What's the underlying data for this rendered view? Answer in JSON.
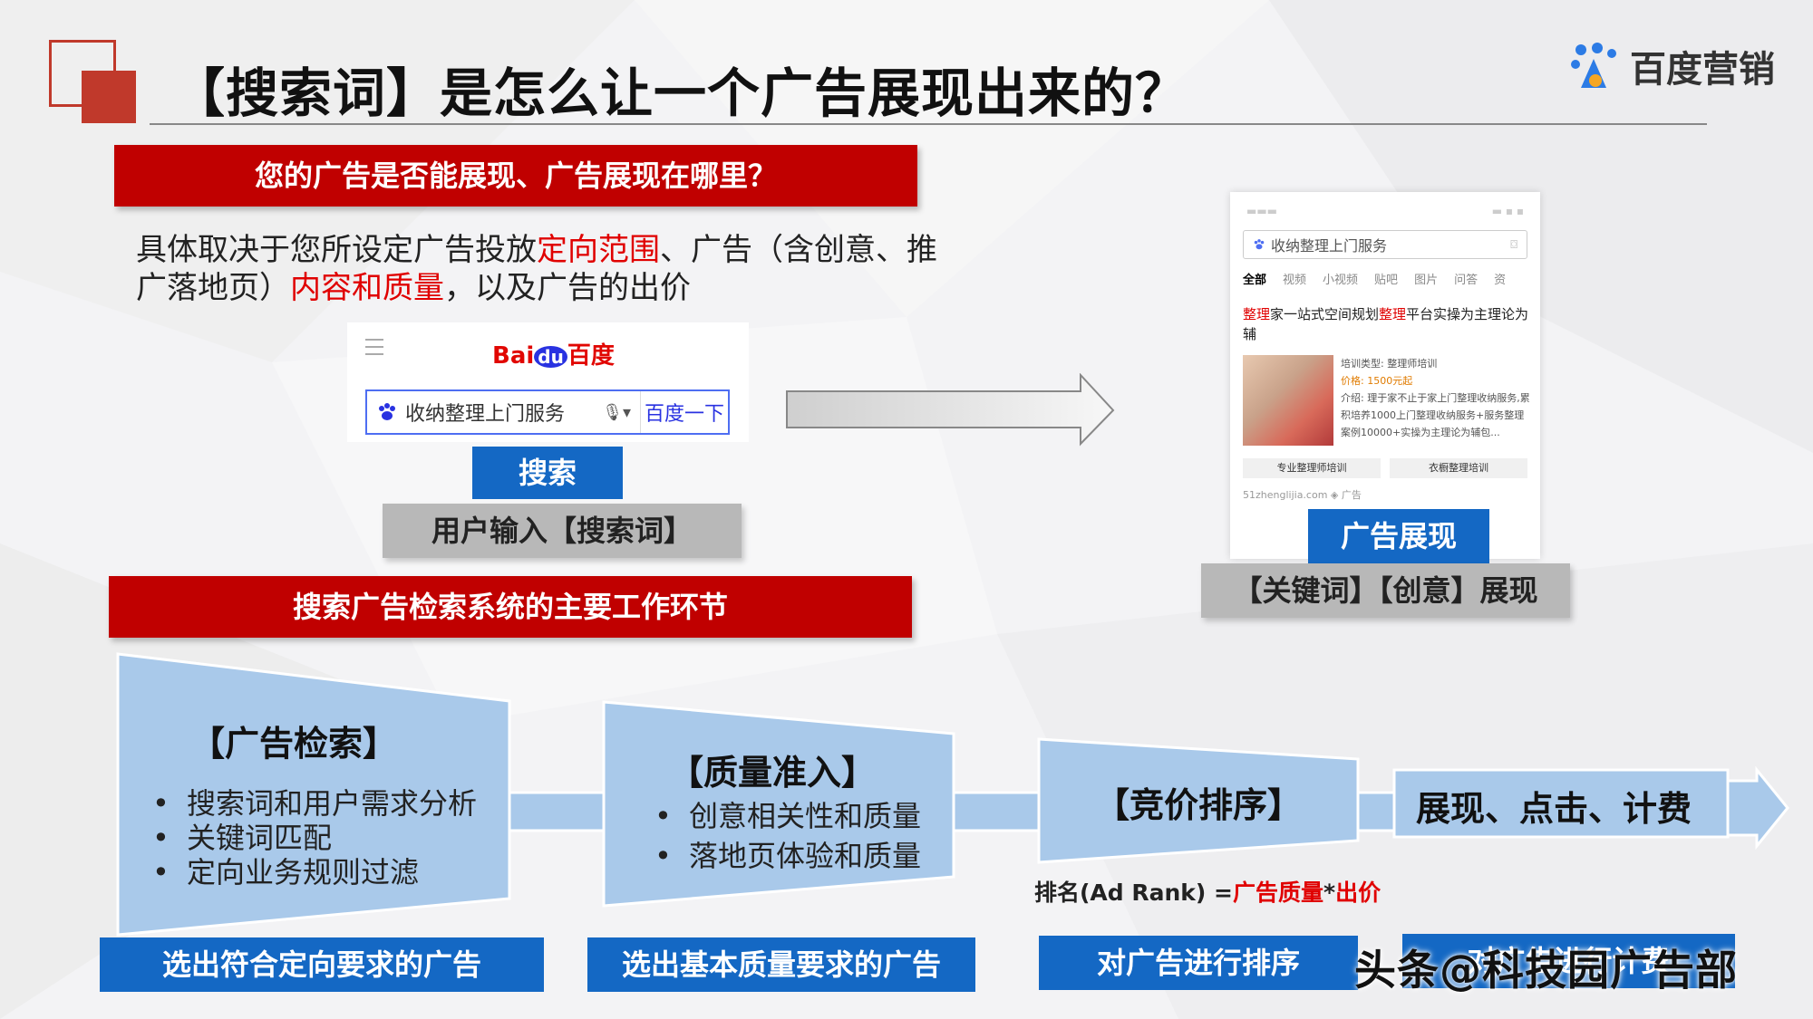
{
  "header": {
    "title": "【搜索词】是怎么让一个广告展现出来的？",
    "brand": "百度营销"
  },
  "section1": {
    "banner": "您的广告是否能展现、广告展现在哪里？",
    "desc_part1": "具体取决于您所设定广告投放",
    "desc_hl1": "定向范围",
    "desc_part2": "、广告（含创意、推广落地页）",
    "desc_hl2": "内容和质量",
    "desc_part3": "，以及广告的出价"
  },
  "baidu": {
    "logo_text": "Bai",
    "logo_du": "du",
    "logo_cn": "百度",
    "query": "收纳整理上门服务",
    "search_button": "百度一下",
    "action_label": "搜索",
    "user_input_label": "用户输入【搜索词】"
  },
  "phone": {
    "query": "收纳整理上门服务",
    "tabs": [
      "全部",
      "视频",
      "小视频",
      "贴吧",
      "图片",
      "问答",
      "资"
    ],
    "ad_title_a": "整理",
    "ad_title_b": "家一站式空间规划",
    "ad_title_c": "整理",
    "ad_title_d": "平台实操为主理论为辅",
    "info1": "培训类型: 整理师培训",
    "info2": "价格: 1500元起",
    "info3": "介绍: 理于家不止于家上门整理收纳服务,累积培养1000上门整理收纳服务+服务整理案例10000+实操为主理论为辅包...",
    "chip1": "专业整理师培训",
    "chip2": "衣橱整理培训",
    "url": "51zhenglijia.com",
    "ad_tag": "广告",
    "ad_show_label": "广告展现",
    "keyword_label": "【关键词】【创意】展现"
  },
  "section2": {
    "banner": "搜索广告检索系统的主要工作环节"
  },
  "stages": [
    {
      "title": "【广告检索】",
      "bullets": [
        "搜索词和用户需求分析",
        "关键词匹配",
        "定向业务规则过滤"
      ],
      "result": "选出符合定向要求的广告"
    },
    {
      "title": "【质量准入】",
      "bullets": [
        "创意相关性和质量",
        "落地页体验和质量"
      ],
      "result": "选出基本质量要求的广告"
    },
    {
      "title": "【竞价排序】",
      "bullets": [],
      "result": "对广告进行排序"
    },
    {
      "title": "展现、点击、计费",
      "bullets": [],
      "result": "对广告进行计费"
    }
  ],
  "formula": {
    "prefix": "排名(Ad Rank) =",
    "term1": "广告质量",
    "op": "*",
    "term2": "出价"
  },
  "watermark": "头条@科技园广告部",
  "colors": {
    "accent_red": "#c00000",
    "button_blue": "#1468c4",
    "flow_blue": "#a9c9ea",
    "highlight_red": "#e00000"
  }
}
